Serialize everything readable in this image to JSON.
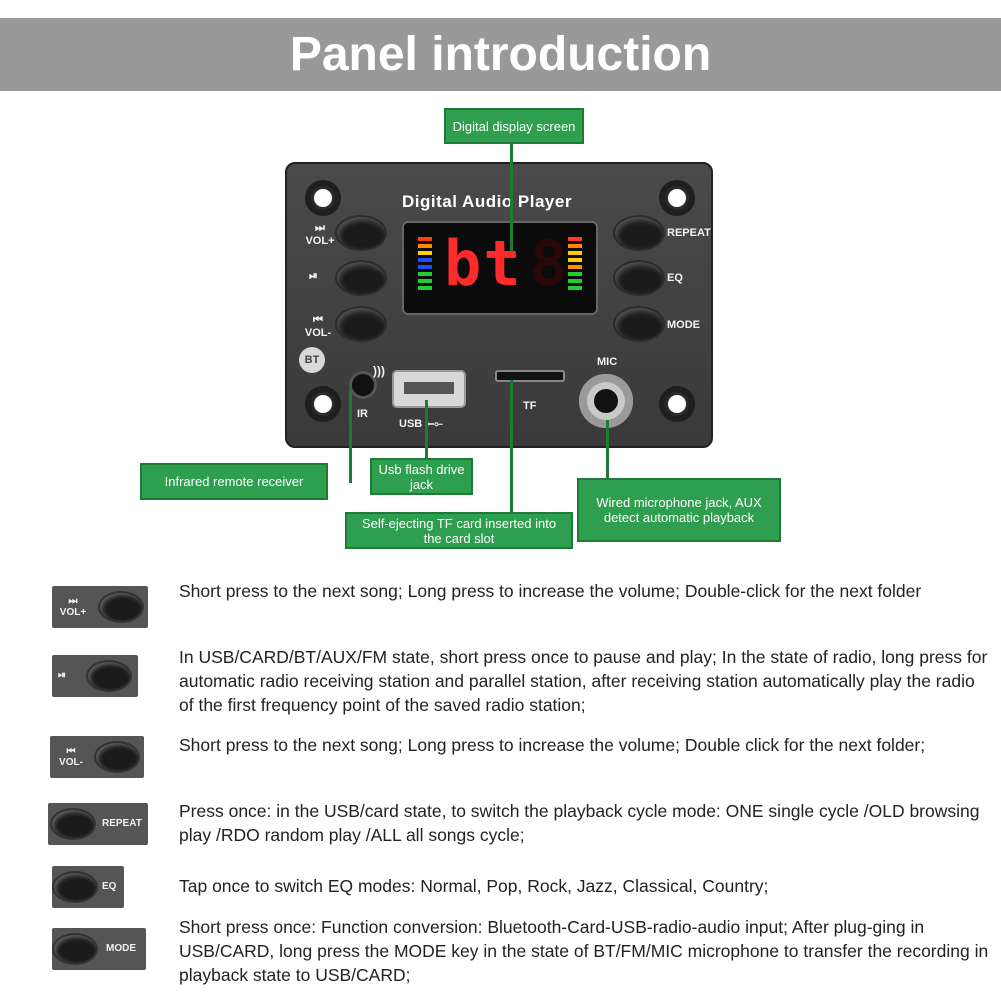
{
  "header": {
    "title": "Panel introduction"
  },
  "panel": {
    "title": "Digital Audio Player",
    "display_text": "bt",
    "left_buttons": [
      {
        "icon": "⏭",
        "label": "VOL+"
      },
      {
        "icon": "⏯",
        "label": ""
      },
      {
        "icon": "⏮",
        "label": "VOL-"
      }
    ],
    "right_buttons": [
      "REPEAT",
      "EQ",
      "MODE"
    ],
    "bt_label": "BT",
    "ir_label": "IR",
    "usb_label": "USB",
    "tf_label": "TF",
    "mic_label": "MIC"
  },
  "callouts": {
    "display": "Digital display screen",
    "ir": "Infrared remote receiver",
    "usb": "Usb flash drive jack",
    "tf": "Self-ejecting TF card inserted into the card slot",
    "mic": "Wired microphone jack, AUX detect automatic playback"
  },
  "descriptions": [
    {
      "icon": "⏭",
      "label": "VOL+",
      "text": "Short press to the next song; Long press to increase the volume; Double-click for the next folder"
    },
    {
      "icon": "⏯",
      "label": "",
      "text": "In USB/CARD/BT/AUX/FM state, short press once to pause and play; In the state of radio, long press for automatic radio receiving station and parallel station, after receiving station automatically play the radio of the first frequency point of the saved radio station;"
    },
    {
      "icon": "⏮",
      "label": "VOL-",
      "text": "Short press to the next song; Long press to increase the volume; Double click for the next folder;"
    },
    {
      "icon": "",
      "label": "REPEAT",
      "text": "Press once: in the USB/card state, to switch the playback cycle mode: ONE single cycle /OLD browsing play /RDO random play /ALL all songs cycle;"
    },
    {
      "icon": "",
      "label": "EQ",
      "text": "Tap once to switch EQ modes: Normal, Pop, Rock, Jazz, Classical, Country;"
    },
    {
      "icon": "",
      "label": "MODE",
      "text": "Short press once: Function conversion: Bluetooth-Card-USB-radio-audio input; After plug-ging in USB/CARD, long press the MODE key in the state of BT/FM/MIC microphone to transfer the recording in playback state to USB/CARD;"
    }
  ],
  "colors": {
    "callout_green": "#2e9e4f",
    "header_gray": "#999999",
    "display_red": "#ff2a2a"
  }
}
